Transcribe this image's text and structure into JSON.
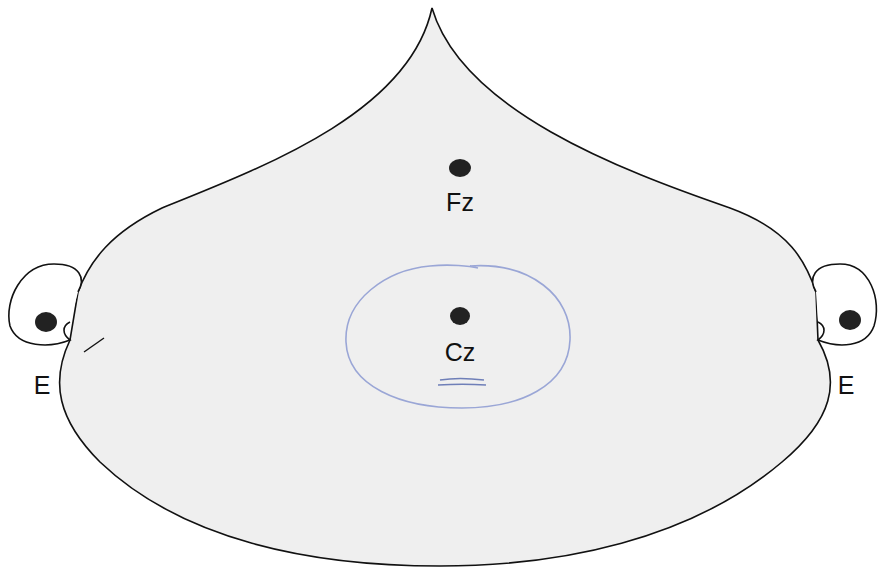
{
  "diagram": {
    "labels": [
      "Fz",
      "Cz",
      "E",
      "E"
    ]
  }
}
